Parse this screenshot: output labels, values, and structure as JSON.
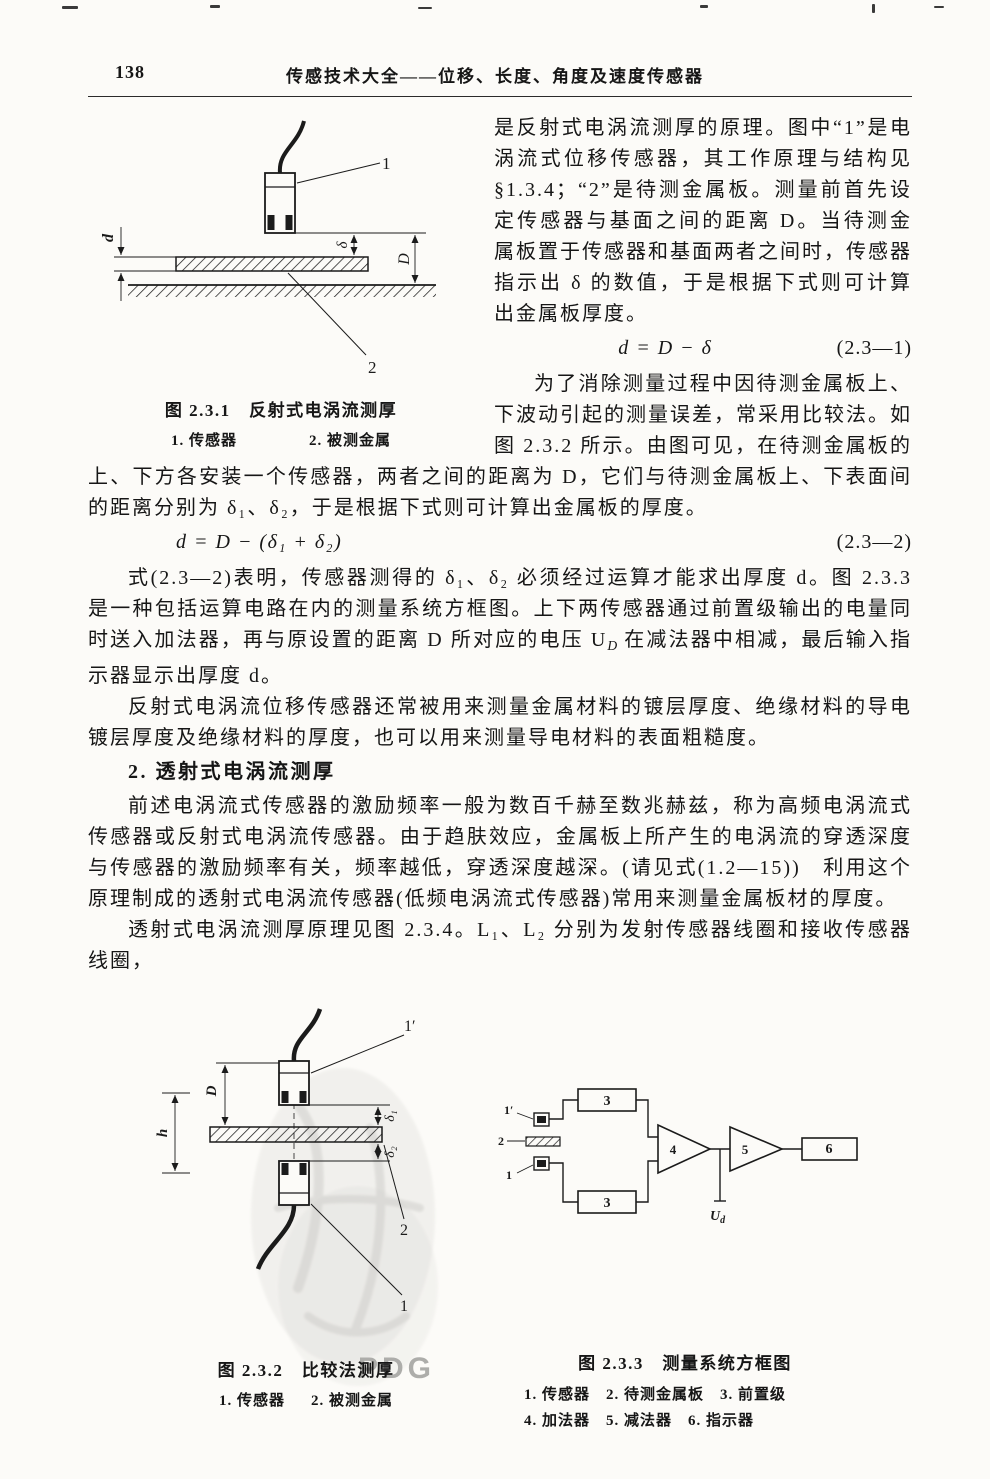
{
  "header": {
    "page_number": "138",
    "book_title": "传感技术大全——位移、长度、角度及速度传感器"
  },
  "body": {
    "para1": "是反射式电涡流测厚的原理。图中“1”是电涡流式位移传感器，其工作原理与结构见§1.3.4；“2”是待测金属板。测量前首先设定传感器与基面之间的距离 D。当待测金属板置于传感器和基面两者之间时，传感器指示出 δ 的数值，于是根据下式则可计算出金属板厚度。",
    "eq1": {
      "body": "d = D − δ",
      "number": "(2.3—1)"
    },
    "para2": "为了消除测量过程中因待测金属板上、下波动引起的测量误差，常采用比较法。如图 2.3.2 所示。由图可见，在待测金属板的上、下方各安装一个传感器，两者之间的距离为 D，它们与待测金属板上、下表面间的距离分别为 δ₁、δ₂，于是根据下式则可计算出金属板的厚度。",
    "eq2": {
      "body": "d = D − (δ₁ + δ₂)",
      "number": "(2.3—2)"
    },
    "para3": {
      "a": "式(2.3—2)表明，传感器测得的 δ₁、δ₂ 必须经过运算才能求出厚度 d。图 2.3.3 是一种包括运算电路在内的测量系统方框图。上下两传感器通过前置级输出的电量同时送入加法器，再与原设置的距离 D 所对应的电压 U",
      "sub": "D",
      "b": " 在减法器中相减，最后输入指示器显示出厚度 d。"
    },
    "para4": "反射式电涡流位移传感器还常被用来测量金属材料的镀层厚度、绝缘材料的导电镀层厚度及绝缘材料的厚度，也可以用来测量导电材料的表面粗糙度。",
    "section_heading": "2. 透射式电涡流测厚",
    "para5": "前述电涡流式传感器的激励频率一般为数百千赫至数兆赫兹，称为高频电涡流式传感器或反射式电涡流传感器。由于趋肤效应，金属板上所产生的电涡流的穿透深度与传感器的激励频率有关，频率越低，穿透深度越深。(请见式(1.2—15))　利用这个原理制成的透射式电涡流传感器(低频电涡流式传感器)常用来测量金属板材的厚度。",
    "para6": "透射式电涡流测厚原理见图 2.3.4。L₁、L₂ 分别为发射传感器线圈和接收传感器线圈，"
  },
  "fig1": {
    "title": "图 2.3.1　反射式电涡流测厚",
    "legend": [
      "1. 传感器",
      "2. 被测金属"
    ],
    "labels": {
      "n1": "1",
      "n2": "2",
      "d": "d",
      "delta": "δ",
      "D": "D"
    }
  },
  "fig2": {
    "title": "图 2.3.2　比较法测厚",
    "legend": [
      "1. 传感器",
      "2. 被测金属"
    ],
    "labels": {
      "n1p": "1′",
      "n1": "1",
      "n2": "2",
      "D": "D",
      "h": "h",
      "delta1": "δ₁",
      "delta2": "δ₂"
    }
  },
  "fig3": {
    "title": "图 2.3.3　测量系统方框图",
    "legend_rows": [
      "1. 传感器　2. 待测金属板　3. 前置级",
      "4. 加法器　5. 减法器　6. 指示器"
    ],
    "labels": {
      "n1p": "1′",
      "n2": "2",
      "n1": "1",
      "b3a": "3",
      "b3b": "3",
      "b4": "4",
      "b5": "5",
      "b6": "6",
      "ud_base": "U",
      "ud_sub": "d"
    }
  },
  "watermark": {
    "text": "PDG"
  }
}
